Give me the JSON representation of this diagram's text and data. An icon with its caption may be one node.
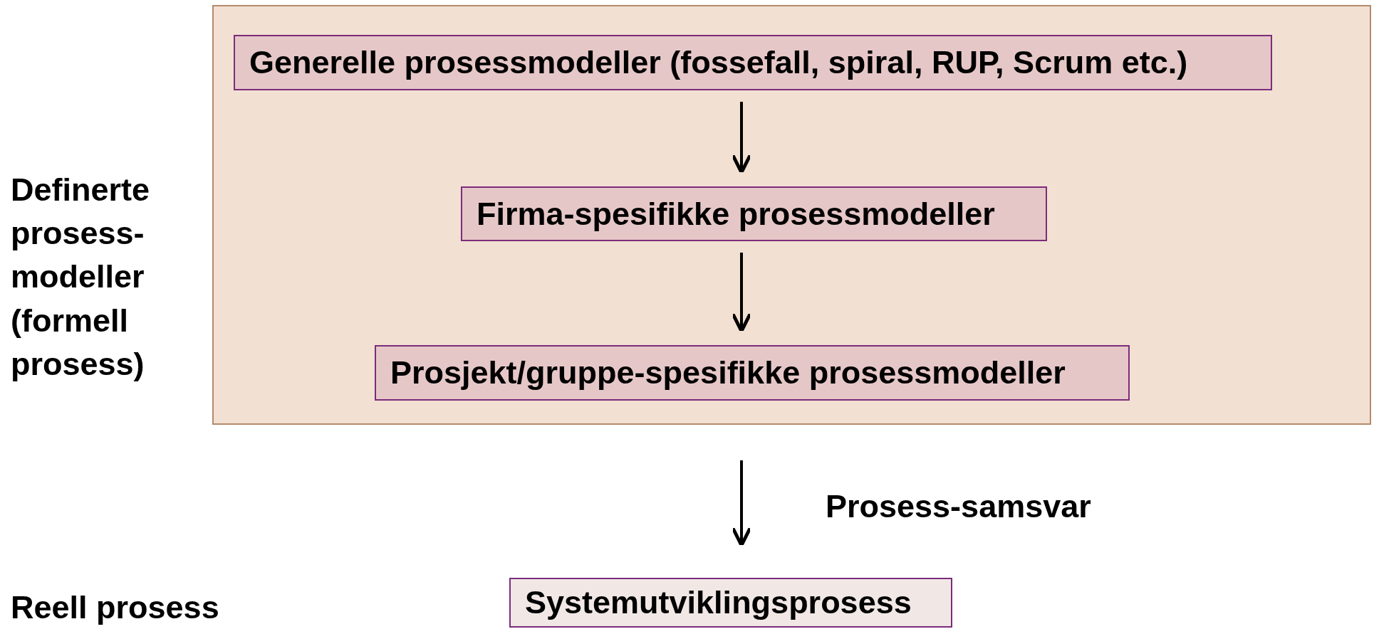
{
  "diagram": {
    "nodes": [
      {
        "text": [],
        "shape": "box"
      },
      {
        "text": [
          "Generelle prosessmodeller (fossefall, spiral, RUP, Scrum etc.)"
        ],
        "in": 0
      },
      {
        "text": [
          "Firma-spesifikke prosessmodeller"
        ],
        "in": 0
      },
      {
        "text": [
          "Prosjekt/gruppe-spesifikke prosessmodeller"
        ],
        "in": 0
      },
      {
        "text": [
          "Systemutviklingsprosess"
        ]
      }
    ],
    "edges": [
      {
        "from": 1,
        "to": 2,
        "arrow": "to"
      },
      {
        "from": 2,
        "to": 3,
        "arrow": "to"
      },
      {
        "from": 0,
        "to": 4,
        "arrow": "to",
        "label": "Prosess-samsvar"
      }
    ],
    "labels": [
      "Definerte prosess- modeller (formell prosess)",
      "Reell prosess"
    ]
  }
}
